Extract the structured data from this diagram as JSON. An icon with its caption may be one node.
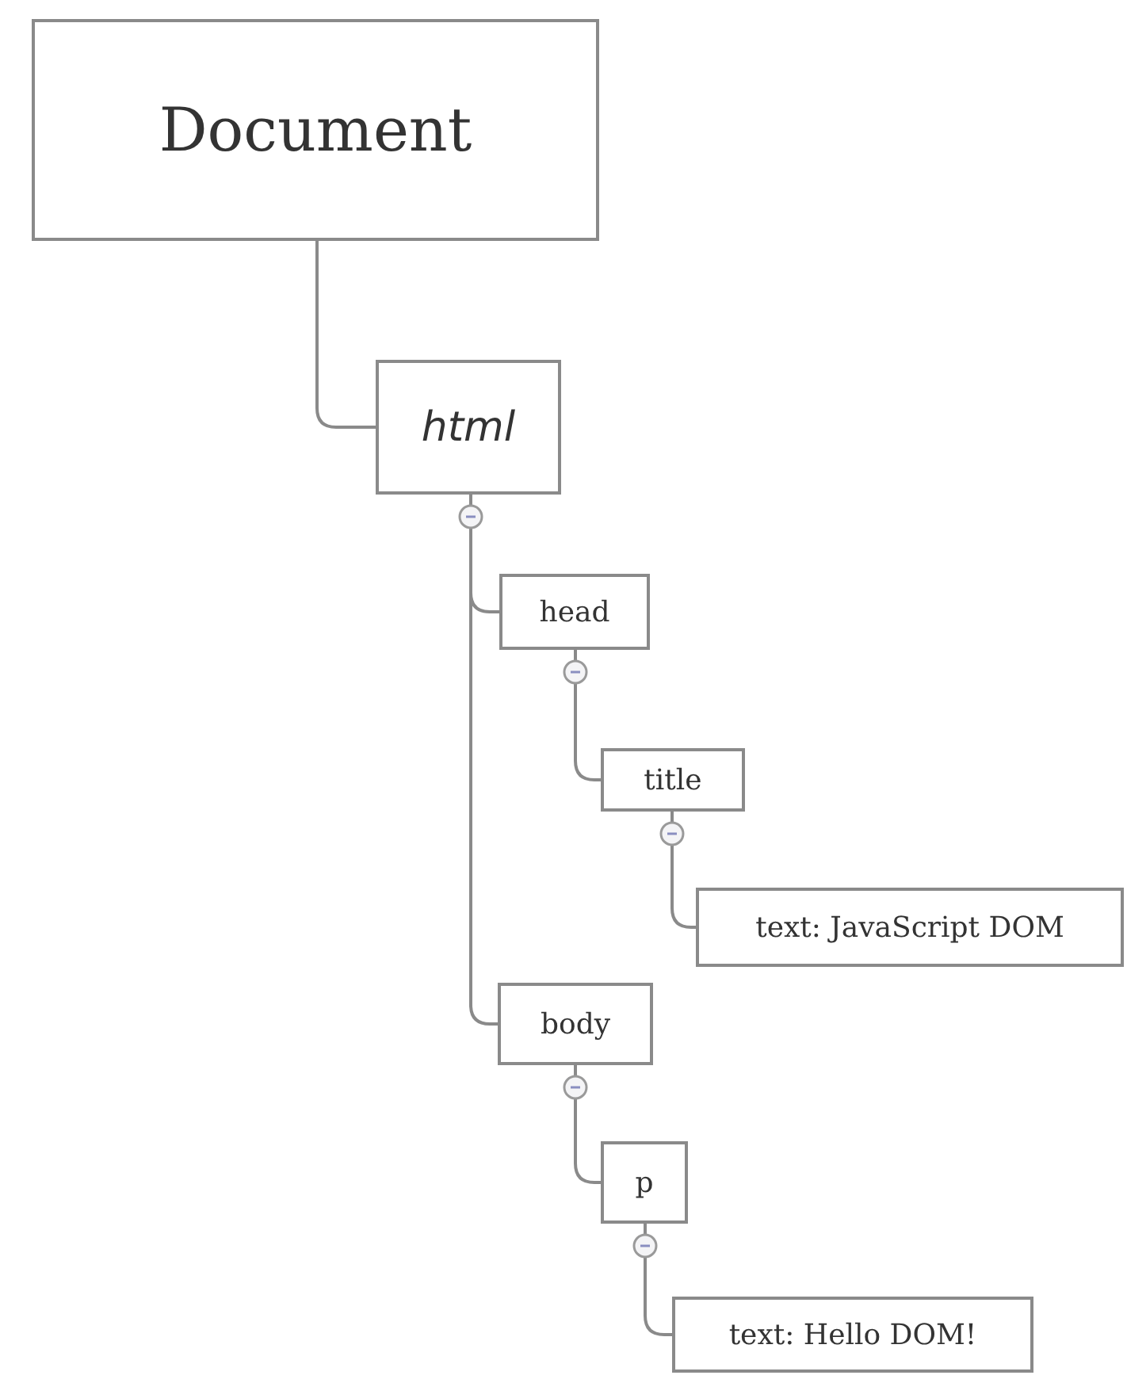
{
  "diagram": {
    "nodes": [
      {
        "text": [
          "Document"
        ]
      },
      {
        "text": [
          "html"
        ]
      },
      {
        "text": [
          "head"
        ]
      },
      {
        "text": [
          "title"
        ]
      },
      {
        "text": [
          "text: JavaScript DOM"
        ]
      },
      {
        "text": [
          "body"
        ]
      },
      {
        "text": [
          "p"
        ]
      },
      {
        "text": [
          "text: Hello DOM!"
        ]
      }
    ],
    "edges": [
      {
        "from": 0,
        "to": 1,
        "arrow": "none"
      },
      {
        "from": 1,
        "to": 2,
        "arrow": "none"
      },
      {
        "from": 1,
        "to": 5,
        "arrow": "none"
      },
      {
        "from": 2,
        "to": 3,
        "arrow": "none"
      },
      {
        "from": 3,
        "to": 4,
        "arrow": "none"
      },
      {
        "from": 5,
        "to": 6,
        "arrow": "none"
      },
      {
        "from": 6,
        "to": 7,
        "arrow": "none"
      }
    ]
  }
}
